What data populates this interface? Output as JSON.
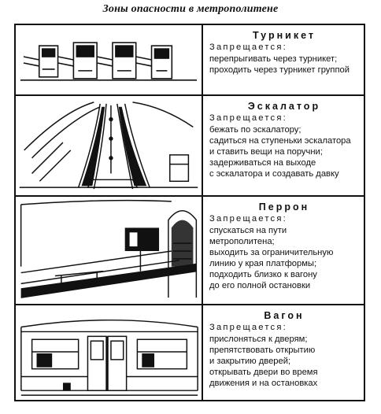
{
  "title": "Зоны опасности в метрополитене",
  "forbidden_label": "Запрещается:",
  "zones": [
    {
      "name": "Турникет",
      "icon": "turnstile-illustration",
      "rules": [
        "перепрыгивать через турникет;",
        "проходить через турникет группой"
      ]
    },
    {
      "name": "Эскалатор",
      "icon": "escalator-illustration",
      "rules": [
        "бежать по эскалатору;",
        "садиться на ступеньки эскалатора",
        "и ставить вещи на поручни;",
        "задерживаться на выходе",
        "с эскалатора и создавать давку"
      ]
    },
    {
      "name": "Перрон",
      "icon": "platform-illustration",
      "rules": [
        "спускаться на пути",
        "метрополитена;",
        "выходить за ограничительную",
        "линию у края платформы;",
        "подходить близко к вагону",
        "до его полной остановки"
      ]
    },
    {
      "name": "Вагон",
      "icon": "train-car-illustration",
      "rules": [
        "прислоняться к дверям;",
        "препятствовать открытию",
        "и закрытию дверей;",
        "открывать двери во время",
        "движения и на остановках"
      ]
    }
  ]
}
